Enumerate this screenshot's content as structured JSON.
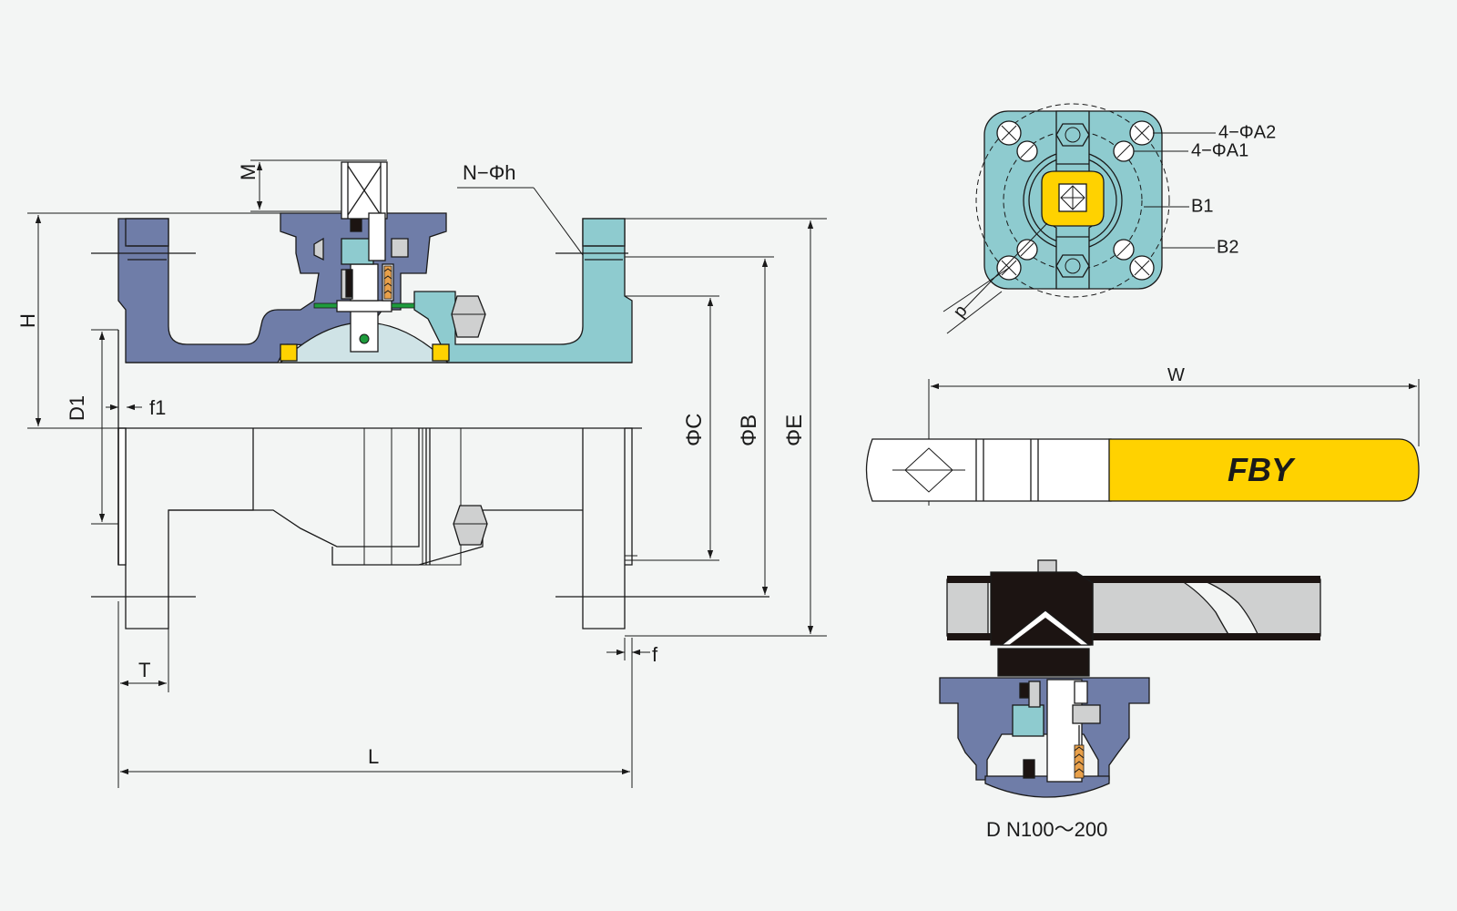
{
  "labels": {
    "M": "M",
    "H": "H",
    "N_h": "N−Φh",
    "D1": "D1",
    "f1": "f1",
    "C": "ΦC",
    "B": "ΦB",
    "E": "ΦE",
    "T": "T",
    "L": "L",
    "f": "f",
    "A2": "4−ΦA2",
    "A1": "4−ΦA1",
    "B1": "B1",
    "B2": "B2",
    "p": "p",
    "W": "W",
    "brand": "FBY",
    "caption": "D N100～200"
  },
  "colors": {
    "background": "#f3f5f4",
    "body_blue": "#6f7da8",
    "body_cyan": "#8ecbcf",
    "handle_yellow": "#ffd200",
    "ball": "#cfe3e6",
    "gray": "#cfd0d0",
    "dark": "#1c1412"
  }
}
